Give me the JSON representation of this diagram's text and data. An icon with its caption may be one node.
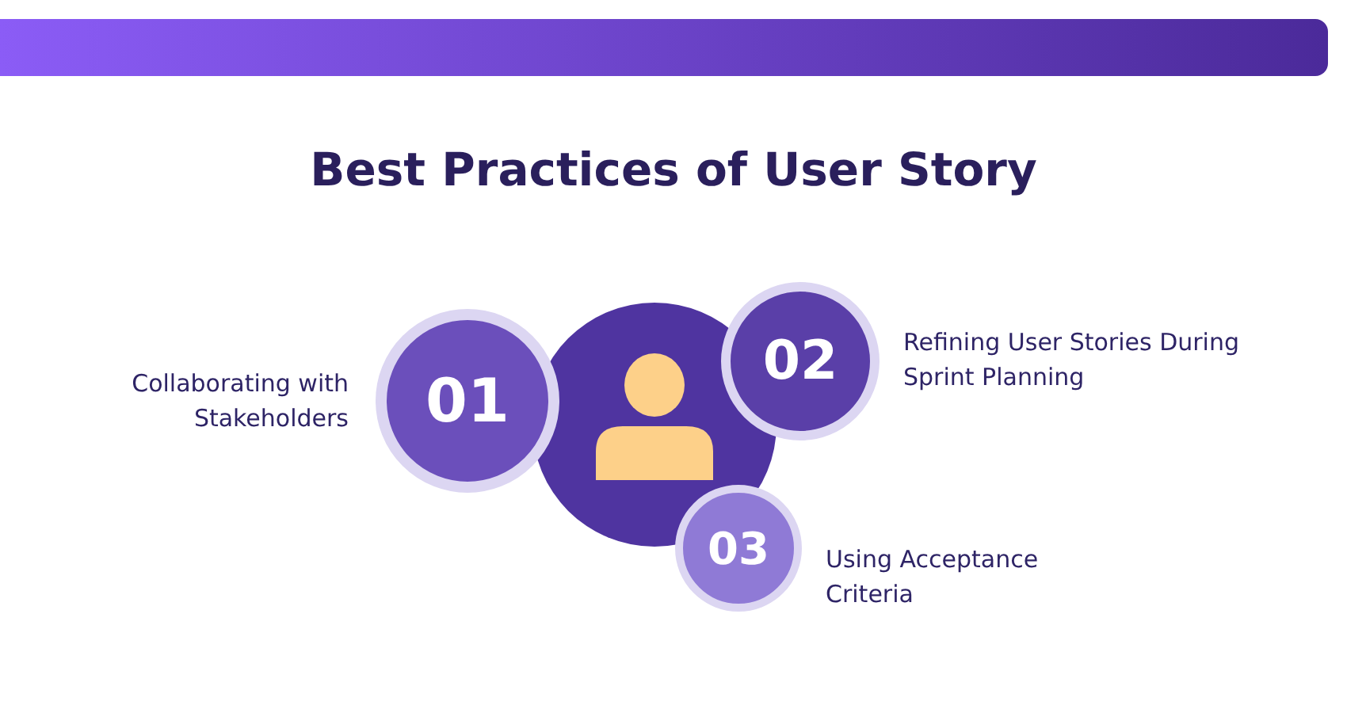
{
  "diagram": {
    "title": "Best Practices of User Story",
    "nodes": [
      {
        "text": [
          "01"
        ],
        "beside": [
          "Collaborating with Stakeholders"
        ]
      },
      {
        "text": [],
        "shape": "circle"
      },
      {
        "text": [
          "02"
        ],
        "beside": [
          "Refining User Stories During Sprint Planning"
        ]
      },
      {
        "text": [
          "03"
        ],
        "beside": [
          "Using Acceptance Criteria"
        ]
      }
    ],
    "edges": []
  }
}
